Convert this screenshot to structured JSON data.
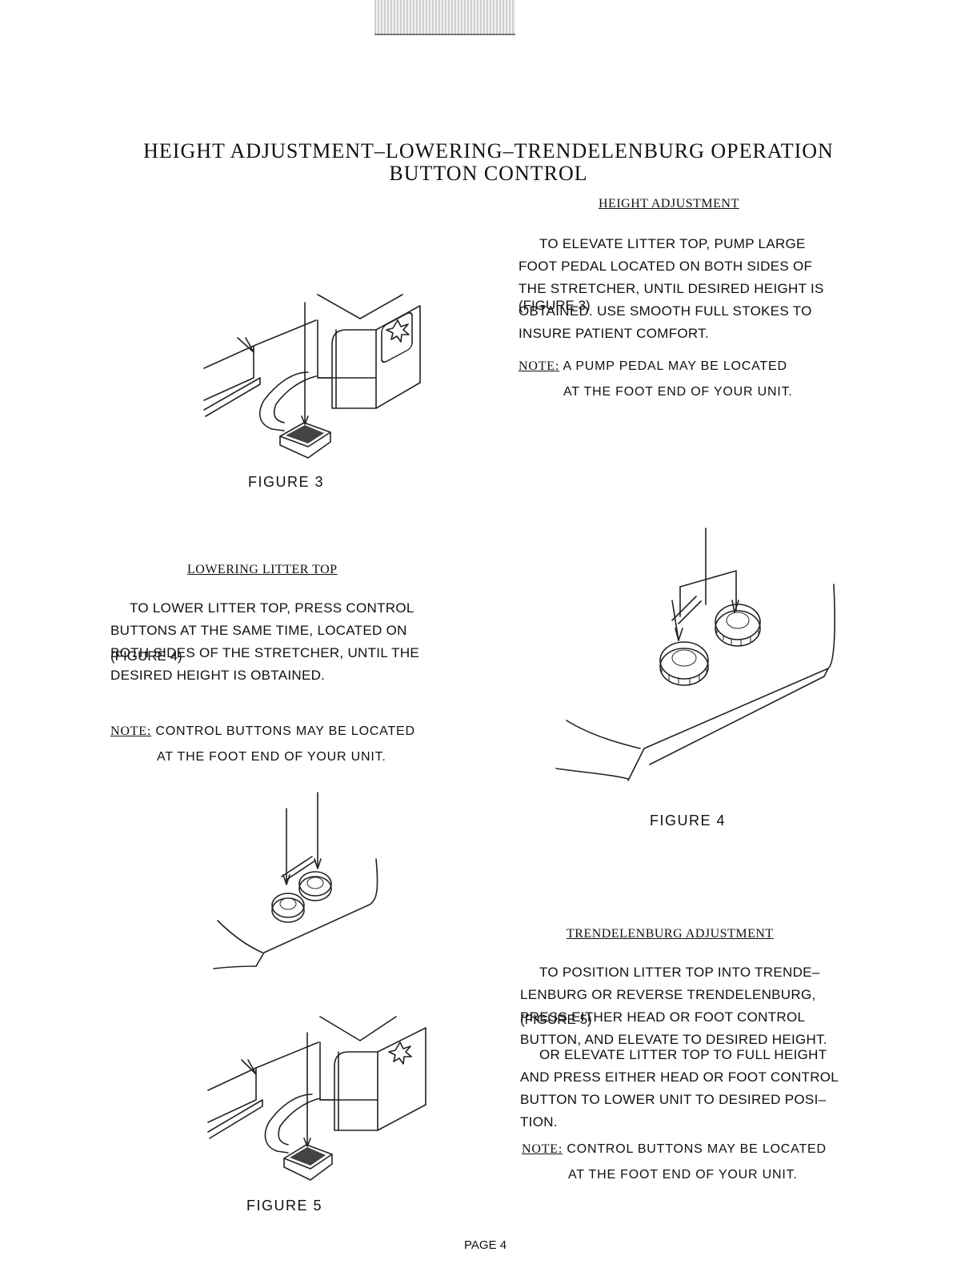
{
  "title": {
    "line1": "HEIGHT ADJUSTMENT–LOWERING–TRENDELENBURG OPERATION",
    "line2": "BUTTON CONTROL"
  },
  "height_adjustment": {
    "heading": "HEIGHT ADJUSTMENT",
    "lines": [
      "TO ELEVATE LITTER TOP, PUMP LARGE",
      "FOOT PEDAL LOCATED ON BOTH SIDES OF",
      "THE STRETCHER, UNTIL DESIRED HEIGHT IS",
      "OBTAINED. USE SMOOTH FULL STOKES TO",
      "INSURE PATIENT COMFORT."
    ],
    "ref": "(FIGURE 3)",
    "note_label": "NOTE:",
    "note_line1": "A PUMP PEDAL MAY BE LOCATED",
    "note_line2": "AT THE FOOT END OF YOUR UNIT."
  },
  "lowering": {
    "heading": "LOWERING LITTER TOP",
    "lines": [
      "TO LOWER LITTER TOP, PRESS CONTROL",
      "BUTTONS AT THE SAME TIME, LOCATED ON",
      "BOTH SIDES OF THE STRETCHER, UNTIL THE",
      "DESIRED HEIGHT IS OBTAINED."
    ],
    "ref": "(FIGURE 4)",
    "note_label": "NOTE:",
    "note_line1": "CONTROL BUTTONS MAY BE LOCATED",
    "note_line2": "AT THE FOOT END OF YOUR UNIT."
  },
  "trendelenburg": {
    "heading": "TRENDELENBURG ADJUSTMENT",
    "lines": [
      "TO POSITION LITTER TOP INTO TRENDE–",
      "LENBURG OR REVERSE TRENDELENBURG,",
      "PRESS EITHER HEAD OR FOOT CONTROL",
      "BUTTON, AND ELEVATE TO DESIRED HEIGHT."
    ],
    "ref": "(FIGURE 5)",
    "lines2": [
      "OR ELEVATE LITTER TOP TO FULL HEIGHT",
      "AND PRESS EITHER HEAD OR FOOT CONTROL",
      "BUTTON TO LOWER UNIT TO DESIRED POSI–",
      "TION."
    ],
    "note_label": "NOTE:",
    "note_line1": "CONTROL BUTTONS MAY BE LOCATED",
    "note_line2": "AT THE FOOT END OF YOUR UNIT."
  },
  "captions": {
    "figure3": "FIGURE 3",
    "figure4": "FIGURE 4",
    "figure5": "FIGURE 5"
  },
  "footer": {
    "page": "PAGE 4"
  }
}
